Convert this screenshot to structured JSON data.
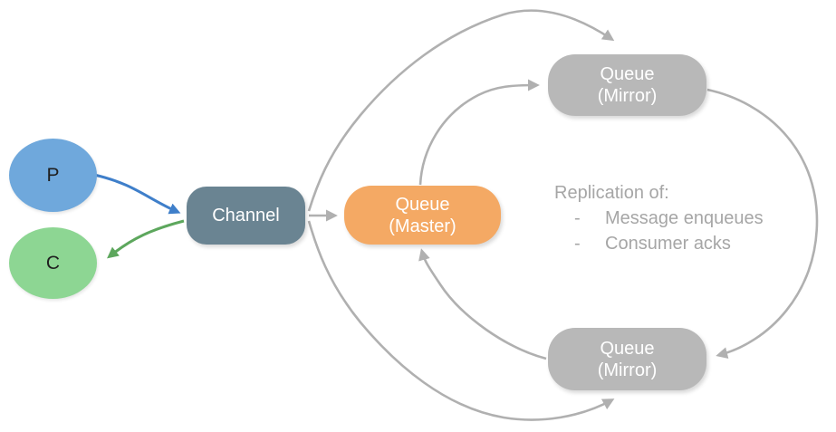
{
  "nodes": {
    "producer": {
      "label": "P",
      "color": "#6fa8dc",
      "text_color": "#1f1f1f"
    },
    "consumer": {
      "label": "C",
      "color": "#8dd693",
      "text_color": "#1f1f1f"
    },
    "channel": {
      "label": "Channel",
      "color": "#6a8492",
      "text_color": "#ffffff"
    },
    "queue_master": {
      "label": "Queue",
      "sublabel": "(Master)",
      "color": "#f4a964",
      "text_color": "#ffffff"
    },
    "queue_mirror_top": {
      "label": "Queue",
      "sublabel": "(Mirror)",
      "color": "#b8b8b8",
      "text_color": "#ffffff"
    },
    "queue_mirror_bottom": {
      "label": "Queue",
      "sublabel": "(Mirror)",
      "color": "#b8b8b8",
      "text_color": "#ffffff"
    }
  },
  "annotation": {
    "heading": "Replication of:",
    "bullet": "-",
    "items": [
      "Message enqueues",
      "Consumer acks"
    ],
    "text_color": "#a6a6a6"
  },
  "edges": {
    "blue": {
      "name": "producer-to-channel",
      "color": "#3f7fca"
    },
    "green": {
      "name": "channel-to-consumer",
      "color": "#5da75d"
    },
    "gray": {
      "name": "replication-and-routing-arrows",
      "color": "#b0b0b0"
    }
  }
}
